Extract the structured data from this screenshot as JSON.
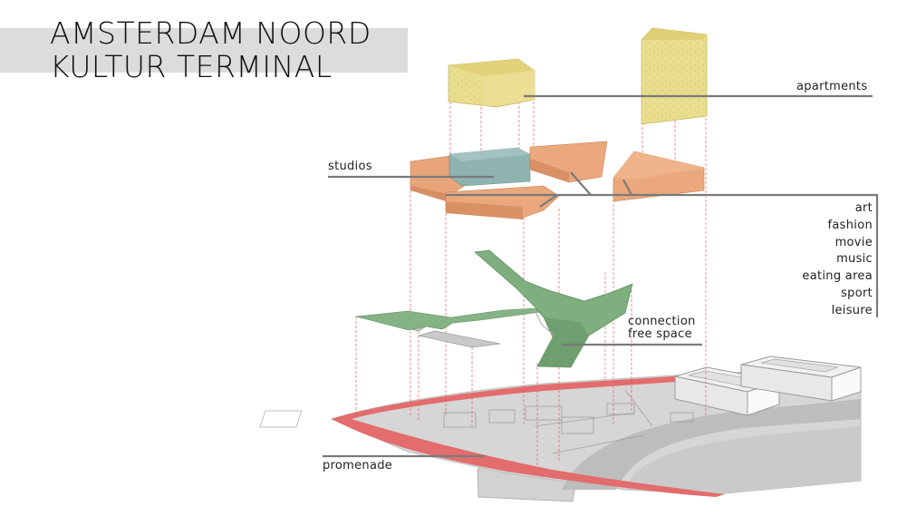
{
  "title": {
    "line1": "AMSTERDAM NOORD",
    "line2": "KULTUR TERMINAL"
  },
  "labels": {
    "apartments": "apartments",
    "studios": "studios",
    "connection": "connection",
    "free_space": "free space",
    "promenade": "promenade"
  },
  "program": {
    "items": [
      "art",
      "fashion",
      "movie",
      "music",
      "eating area",
      "sport",
      "leisure"
    ]
  },
  "colors": {
    "title_band": "#dcdcdc",
    "apartments": "#e8dc8a",
    "studios_orange": "#e8a577",
    "studios_teal": "#8fb3b0",
    "connection_green": "#7fae7f",
    "promenade_red": "#e36c6c",
    "ground_gray": "#cfcfcf",
    "leader_line": "#7a7a7a",
    "projection_line": "#e45a5a"
  }
}
